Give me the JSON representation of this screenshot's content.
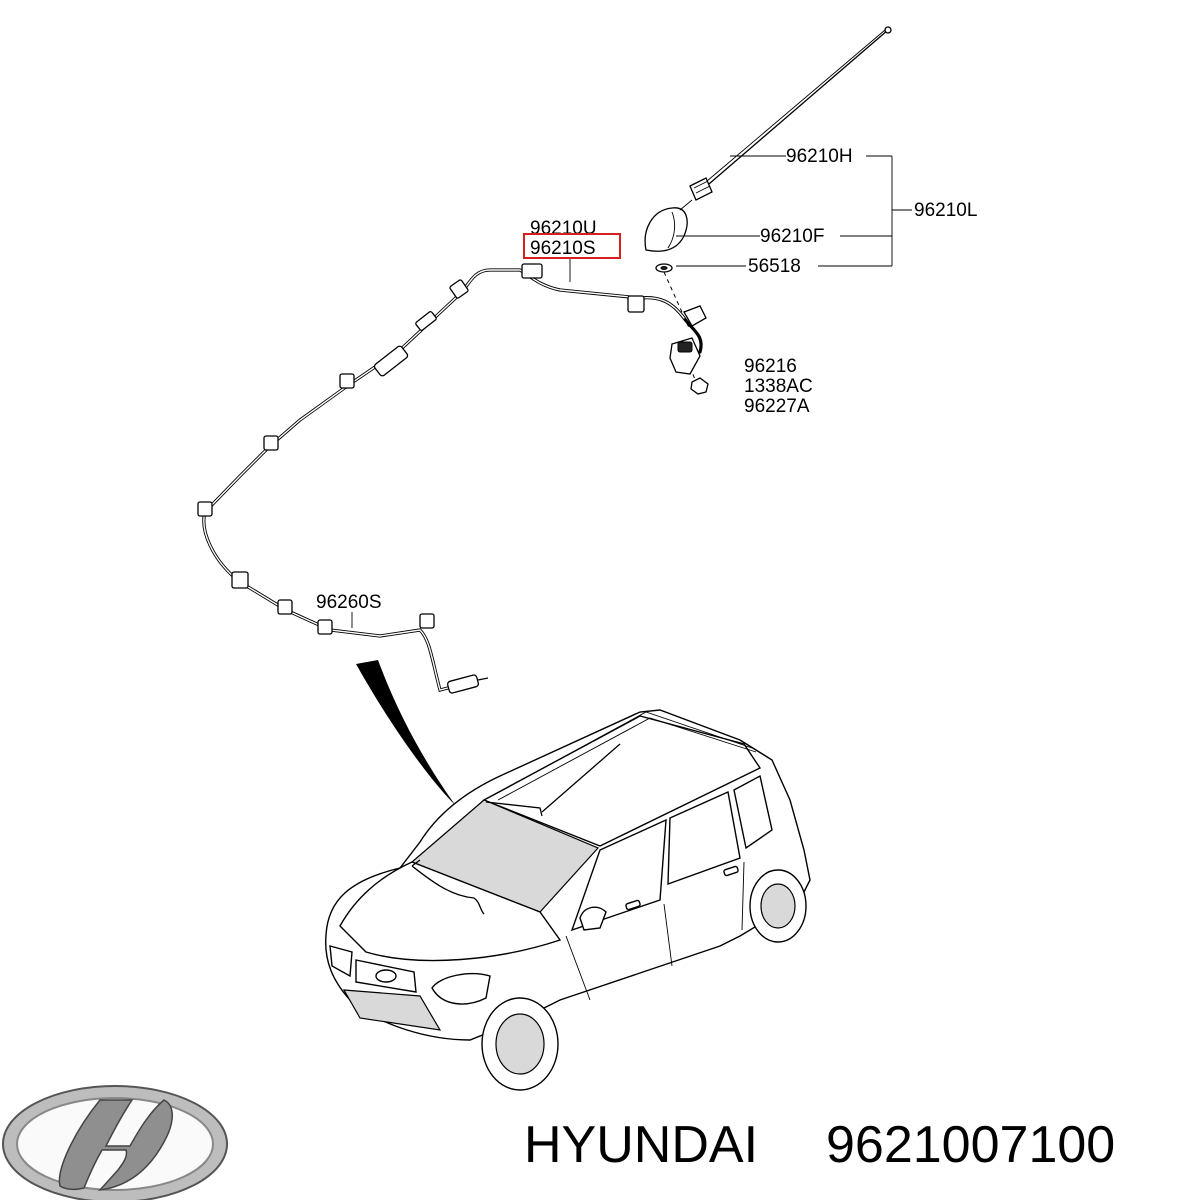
{
  "diagram": {
    "callouts": {
      "p96210H": "96210H",
      "p96210L": "96210L",
      "p96210U": "96210U",
      "p96210S": "96210S",
      "p96210F": "96210F",
      "p56518": "56518",
      "p96216": "96216",
      "p1338AC": "1338AC",
      "p96227A": "96227A",
      "p96260S": "96260S"
    },
    "highlight_color": "#d62020"
  },
  "footer": {
    "brand": "HYUNDAI",
    "part_number": "9621007100"
  },
  "logo": {
    "icon": "hyundai-logo-icon"
  }
}
